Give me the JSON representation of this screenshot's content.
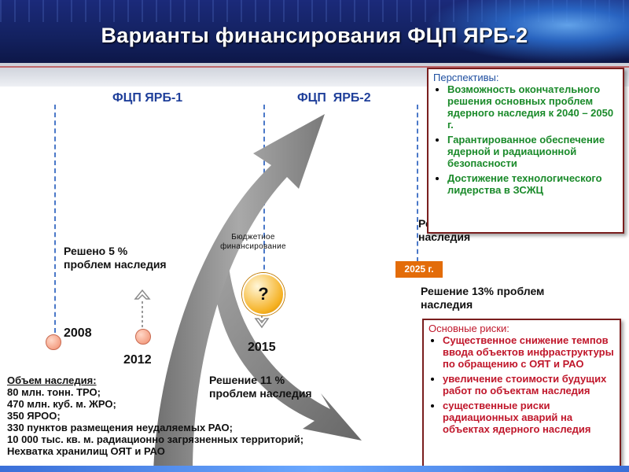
{
  "title": "Варианты финансирования ФЦП ЯРБ-2",
  "program_labels": {
    "yarb1": "ФЦП ЯРБ-1",
    "yarb2": "ФЦП  ЯРБ-2"
  },
  "timeline": {
    "years": {
      "y2008": "2008",
      "y2012": "2012",
      "y2015": "2015"
    },
    "solved_5": "Решено 5 %\nпроблем наследия",
    "solved_11": "Решение 11 %\nпроблем наследия",
    "solved_13": "Решение 13% проблем\nнаследия",
    "partial_hidden": "Ре\nнаследия",
    "badge_2025": "2025 г.",
    "budget_label": "Бюджетное\nфинансирование",
    "question": "?"
  },
  "volume": {
    "heading": "Объем наследия:",
    "lines": [
      "80 млн. тонн. ТРО;",
      "470 млн. куб. м. ЖРО;",
      "350 ЯРОО;",
      "330 пунктов размещения неудаляемых РАО;",
      "10 000 тыс. кв. м. радиационно загрязненных территорий;",
      "Нехватка хранилищ ОЯТ и РАО"
    ]
  },
  "perspectives": {
    "heading": "Перспективы:",
    "items": [
      " Возможность окончательного решения основных проблем ядерного наследия к 2040 – 2050 г.",
      " Гарантированное обеспечение ядерной и радиационной безопасности",
      " Достижение технологического лидерства в ЗСЖЦ"
    ]
  },
  "risks": {
    "heading": "Основные риски:",
    "items": [
      "Существенное снижение темпов ввода объектов инфраструктуры по обращению с ОЯТ и РАО",
      " увеличение стоимости будущих работ по объектам наследия",
      " существенные риски радиационных аварий на объектах ядерного наследия"
    ]
  },
  "colors": {
    "header_bg": "#13215f",
    "program_label": "#1f3f9a",
    "badge": "#e36c09",
    "perspective_text": "#1a8a2a",
    "risk_text": "#c0172b",
    "box_border": "#7a1e1e"
  },
  "icons": [
    "big-grey-arrow-up",
    "big-grey-arrow-down",
    "question-circle",
    "up-arrow-icon",
    "down-arrow-icon"
  ]
}
